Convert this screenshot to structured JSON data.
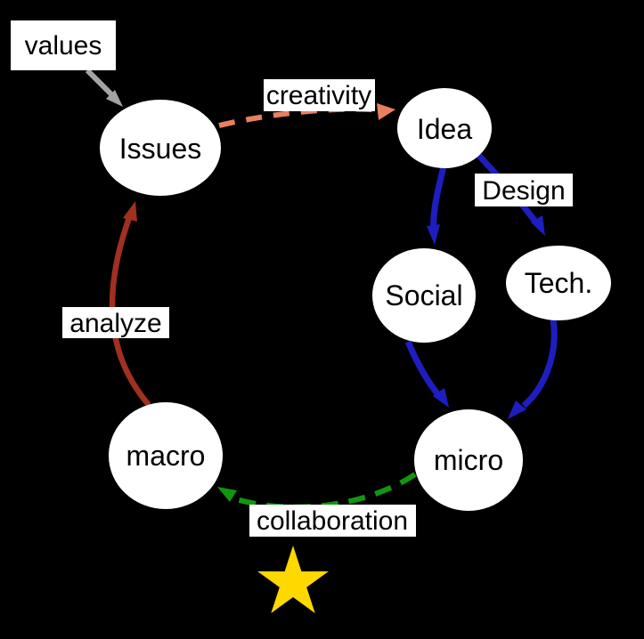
{
  "colors": {
    "background": "#000000",
    "node_fill": "#ffffff",
    "label_box_fill": "#ffffff",
    "text": "#000000",
    "star": "#ffd800"
  },
  "nodes": {
    "issues": {
      "label": "Issues"
    },
    "idea": {
      "label": "Idea"
    },
    "social": {
      "label": "Social"
    },
    "tech": {
      "label": "Tech."
    },
    "micro": {
      "label": "micro"
    },
    "macro": {
      "label": "macro"
    }
  },
  "edges": [
    {
      "id": "values-to-issues",
      "from": "values-label",
      "to": "issues",
      "label": "values",
      "style": "solid",
      "color": "#a3a3a3"
    },
    {
      "id": "issues-to-idea",
      "from": "issues",
      "to": "idea",
      "label": "creativity",
      "style": "dashed",
      "color": "#e87f5f"
    },
    {
      "id": "idea-to-social",
      "from": "idea",
      "to": "social",
      "label": "",
      "style": "solid",
      "color": "#1e1ec0"
    },
    {
      "id": "idea-to-tech",
      "from": "idea",
      "to": "tech",
      "label": "Design",
      "style": "solid",
      "color": "#1e1ec0"
    },
    {
      "id": "social-to-micro",
      "from": "social",
      "to": "micro",
      "label": "",
      "style": "solid",
      "color": "#1e1ec0"
    },
    {
      "id": "tech-to-micro",
      "from": "tech",
      "to": "micro",
      "label": "",
      "style": "solid",
      "color": "#1e1ec0"
    },
    {
      "id": "micro-to-macro",
      "from": "micro",
      "to": "macro",
      "label": "collaboration",
      "style": "dashed",
      "color": "#119611"
    },
    {
      "id": "macro-to-issues",
      "from": "macro",
      "to": "issues",
      "label": "analyze",
      "style": "solid",
      "color": "#a03020"
    }
  ],
  "icons": {
    "star": "star-icon"
  }
}
